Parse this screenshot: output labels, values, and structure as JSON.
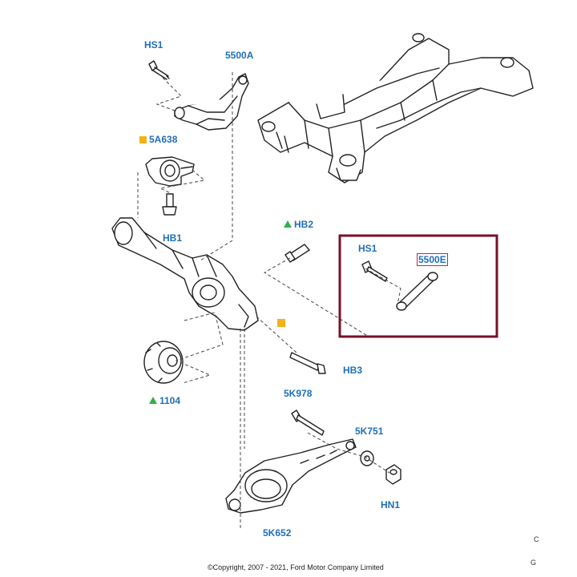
{
  "labels": {
    "hs1_top": "HS1",
    "p5500a": "5500A",
    "p5a638": "5A638",
    "hb1": "HB1",
    "hb2": "HB2",
    "hs1_box": "HS1",
    "p5500e": "5500E",
    "hb3": "HB3",
    "p1104": "1104",
    "p5k978": "5K978",
    "p5k751": "5K751",
    "hn1": "HN1",
    "p5k652": "5K652"
  },
  "footer": {
    "copyright": "©Copyright, 2007 - 2021, Ford Motor Company Limited",
    "edge_c": "C",
    "edge_g": "G"
  },
  "colors": {
    "label": "#1f6fb8",
    "highlight_box": "#7a1028",
    "highlight_label": "#d0203a",
    "marker_square": "#f4b21a",
    "marker_triangle": "#2fb04a"
  }
}
